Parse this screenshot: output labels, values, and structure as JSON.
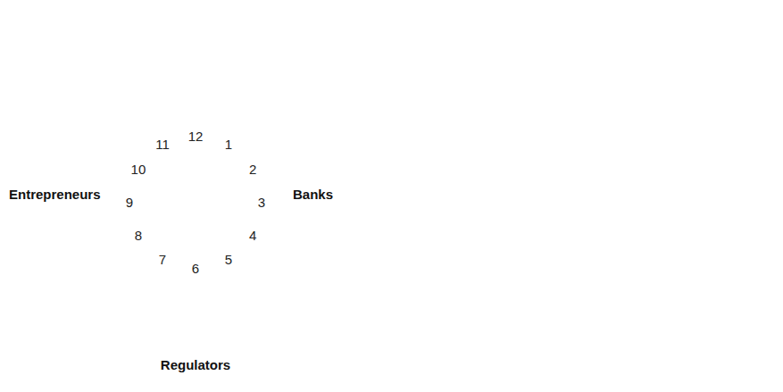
{
  "diagram": {
    "nodes": [
      {
        "text": [
          "Entrepreneurs"
        ]
      },
      {
        "text": [
          "Banks"
        ]
      },
      {
        "text": [
          "Regulators"
        ]
      }
    ],
    "labels": [
      "12",
      "1",
      "2",
      "3",
      "4",
      "5",
      "6",
      "7",
      "8",
      "9",
      "10",
      "11"
    ]
  }
}
